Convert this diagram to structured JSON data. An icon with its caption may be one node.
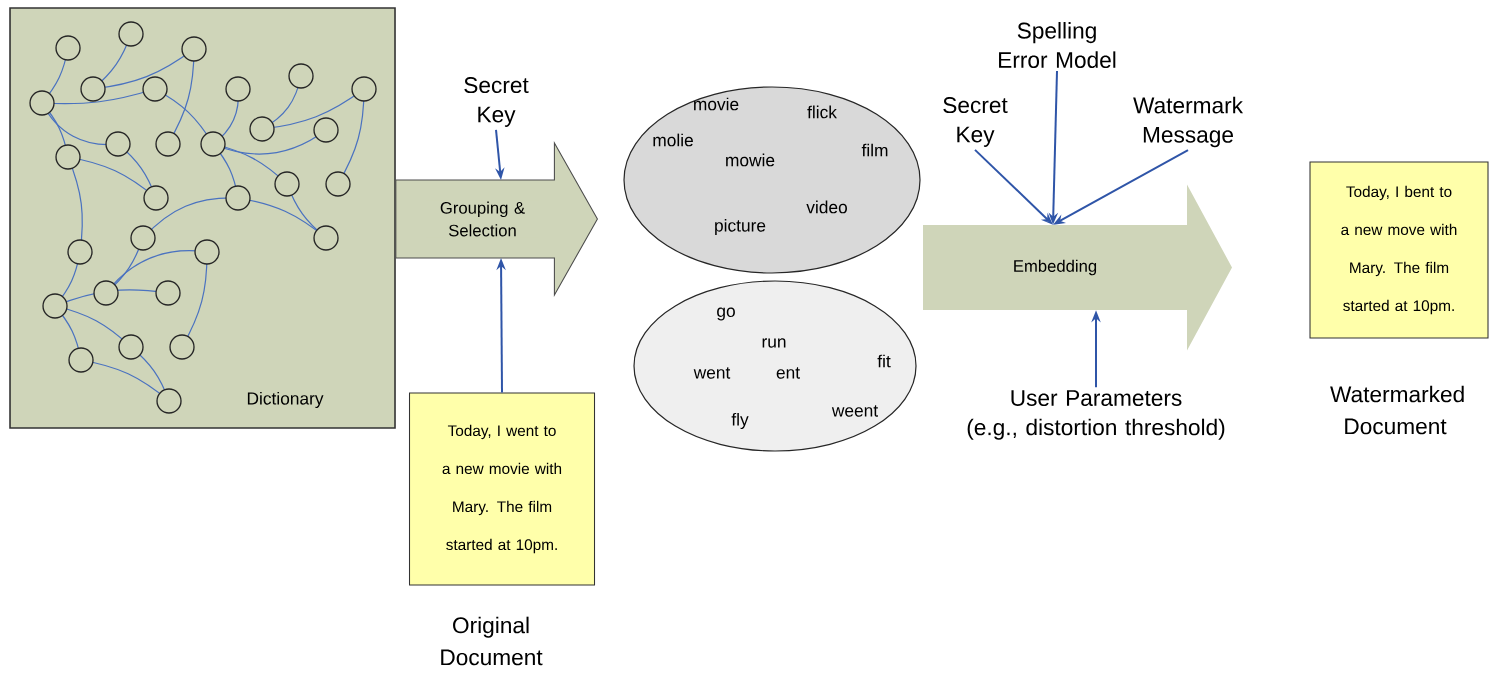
{
  "diagram": {
    "nodes": [
      {
        "text": [
          "Dictionary"
        ]
      },
      {
        "text": [
          "Secret Key"
        ]
      },
      {
        "text": [
          "Today, I went to a new movie with Mary. The film started at 10pm."
        ],
        "beside": [
          "Original Document"
        ]
      },
      {
        "text": [
          "movie",
          "flick",
          "molie",
          "mowie",
          "film",
          "video",
          "picture"
        ]
      },
      {
        "text": [
          "go",
          "run",
          "went",
          "ent",
          "fit",
          "fly",
          "weent"
        ]
      },
      {
        "text": [
          "Embedding"
        ]
      },
      {
        "text": [
          "Spelling Error Model"
        ]
      },
      {
        "text": [
          "Secret Key"
        ]
      },
      {
        "text": [
          "Watermark Message"
        ]
      },
      {
        "text": [
          "User Parameters",
          "(e.g., distortion threshold)"
        ]
      },
      {
        "text": [
          "Today, I bent to a new move with Mary. The film started at 10pm."
        ],
        "beside": [
          "Watermarked Document"
        ]
      }
    ],
    "edges": [
      {
        "from": 0,
        "to": 3,
        "arrow": "to",
        "label": "Grouping & Selection"
      },
      {
        "from": 1,
        "to": null,
        "arrow": "to"
      },
      {
        "from": 2,
        "to": null,
        "arrow": "to"
      },
      {
        "from": 6,
        "to": 5,
        "arrow": "to"
      },
      {
        "from": 7,
        "to": 5,
        "arrow": "to"
      },
      {
        "from": 8,
        "to": 5,
        "arrow": "to"
      },
      {
        "from": 9,
        "to": 5,
        "arrow": "to"
      }
    ]
  }
}
